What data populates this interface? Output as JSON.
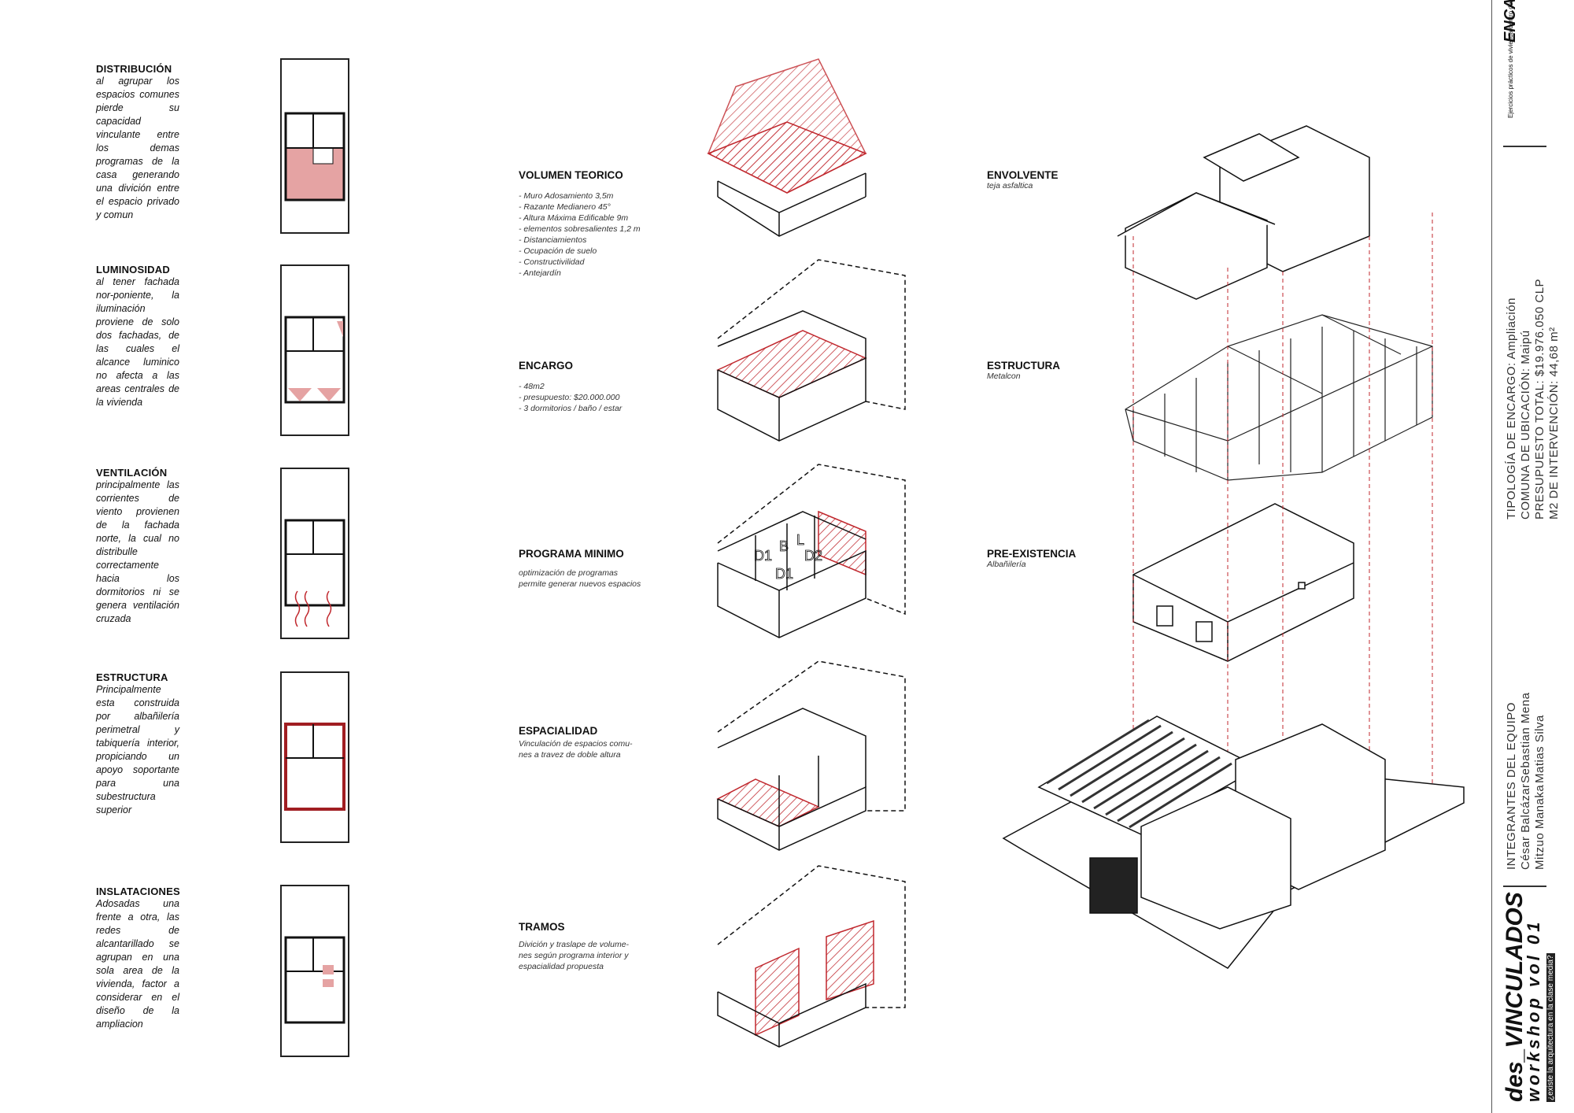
{
  "analysis": [
    {
      "title": "DISTRIBUCIÓN",
      "text": "al agrupar los espacios comunes pierde su capacidad vinculante entre los demas programas de la casa generando una divición entre el espacio privado y comun"
    },
    {
      "title": "LUMINOSIDAD",
      "text": "al tener fachada nor-poniente, la iluminación proviene de solo dos fachadas, de las cuales el alcance luminico no afecta a las areas centrales de la vivienda"
    },
    {
      "title": "VENTILACIÓN",
      "text": "principalmente las corrientes de viento provienen de la fachada norte, la cual no distribulle correctamente hacia los dormitorios ni se genera ventilación cruzada"
    },
    {
      "title": "ESTRUCTURA",
      "text": "Principalmente esta construida por albañilería perimetral y tabiquería interior, propiciando un apoyo soportante para una subestructura superior"
    },
    {
      "title": "INSLATACIONES",
      "text": "Adosadas una frente a otra, las redes de alcantarillado se agrupan en una sola area de la vivienda, factor a considerar en el diseño de la ampliacion"
    }
  ],
  "process": [
    {
      "title": "VOLUMEN TEORICO",
      "lines": [
        "- Muro Adosamiento 3,5m",
        "- Razante Medianero 45°",
        "- Altura Máxima Edificable   9m",
        "- elementos sobresalientes 1,2 m",
        "- Distanciamientos",
        "- Ocupación de suelo",
        "- Constructivilidad",
        "- Antejardín"
      ]
    },
    {
      "title": "ENCARGO",
      "lines": [
        "- 48m2",
        "- presupuesto: $20.000.000",
        "- 3 dormitorios / baño / estar"
      ]
    },
    {
      "title": "PROGRAMA MINIMO",
      "lines": [
        "optimización de programas",
        "permite generar nuevos espacios"
      ]
    },
    {
      "title": "ESPACIALIDAD",
      "lines": [
        "Vinculación de espacios comu-",
        "nes a travez de doble altura"
      ]
    },
    {
      "title": "TRAMOS",
      "lines": [
        "Divición y traslape de volume-",
        "nes según programa interior y",
        "espacialidad propuesta"
      ]
    }
  ],
  "program_labels": [
    "D1",
    "B",
    "L",
    "D1",
    "D2"
  ],
  "layers": [
    {
      "title": "ENVOLVENTE",
      "sub": "teja asfaltica"
    },
    {
      "title": "ESTRUCTURA",
      "sub": "Metalcon"
    },
    {
      "title": "PRE-EXISTENCIA",
      "sub": "Albañilería"
    }
  ],
  "titleblock": {
    "series_note": "Ejercicios prácticos de vivienda dentro del marco de la investigación académica",
    "series": "ENCARGOS COMUNES",
    "info": [
      {
        "label": "TIPOLOGÍA DE ENCARGO:",
        "value": "Ampliación"
      },
      {
        "label": "COMUNA DE UBICACIÓN:",
        "value": "Maipú"
      },
      {
        "label": "PRESUPUESTO TOTAL:",
        "value": "$19.976.050 CLP"
      },
      {
        "label": "M2 DE INTERVENCIÓN:",
        "value": "44,68 m²"
      }
    ],
    "team_label": "INTEGRANTES DEL EQUIPO",
    "team": [
      "César Balcázar",
      "Sebastian Mena",
      "Mitzuo Manaka",
      "Matias Silva"
    ],
    "logo_line1": "des_VINCULADOS",
    "logo_line2": "workshop vol 01",
    "tagline": "¿existe la arquitectura en la clase media?"
  },
  "colors": {
    "accent": "#c0272d",
    "ink": "#111111"
  }
}
